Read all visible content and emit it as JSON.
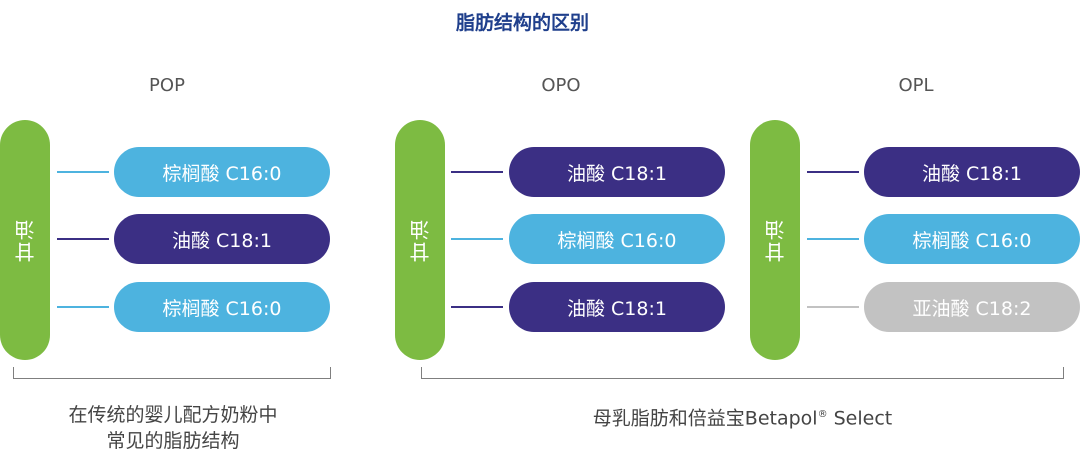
{
  "title": "脂肪结构的区别",
  "colors": {
    "glycerol": "#7dbb42",
    "palmitic": "#4db3df",
    "oleic": "#3b2f84",
    "linoleic": "#c2c2c2"
  },
  "groups": [
    {
      "label": "POP",
      "glycerol": "甘油",
      "chains": [
        {
          "text": "棕榈酸 C16:0",
          "kind": "palmitic"
        },
        {
          "text": "油酸 C18:1",
          "kind": "oleic"
        },
        {
          "text": "棕榈酸 C16:0",
          "kind": "palmitic"
        }
      ]
    },
    {
      "label": "OPO",
      "glycerol": "甘油",
      "chains": [
        {
          "text": "油酸 C18:1",
          "kind": "oleic"
        },
        {
          "text": "棕榈酸 C16:0",
          "kind": "palmitic"
        },
        {
          "text": "油酸 C18:1",
          "kind": "oleic"
        }
      ]
    },
    {
      "label": "OPL",
      "glycerol": "甘油",
      "chains": [
        {
          "text": "油酸 C18:1",
          "kind": "oleic"
        },
        {
          "text": "棕榈酸 C16:0",
          "kind": "palmitic"
        },
        {
          "text": "亚油酸 C18:2",
          "kind": "linoleic"
        }
      ]
    }
  ],
  "captions": {
    "left_line1": "在传统的婴儿配方奶粉中",
    "left_line2": "常见的脂肪结构",
    "right_prefix": "母乳脂肪和倍益宝Betapol",
    "right_reg": "®",
    "right_suffix": " Select"
  }
}
